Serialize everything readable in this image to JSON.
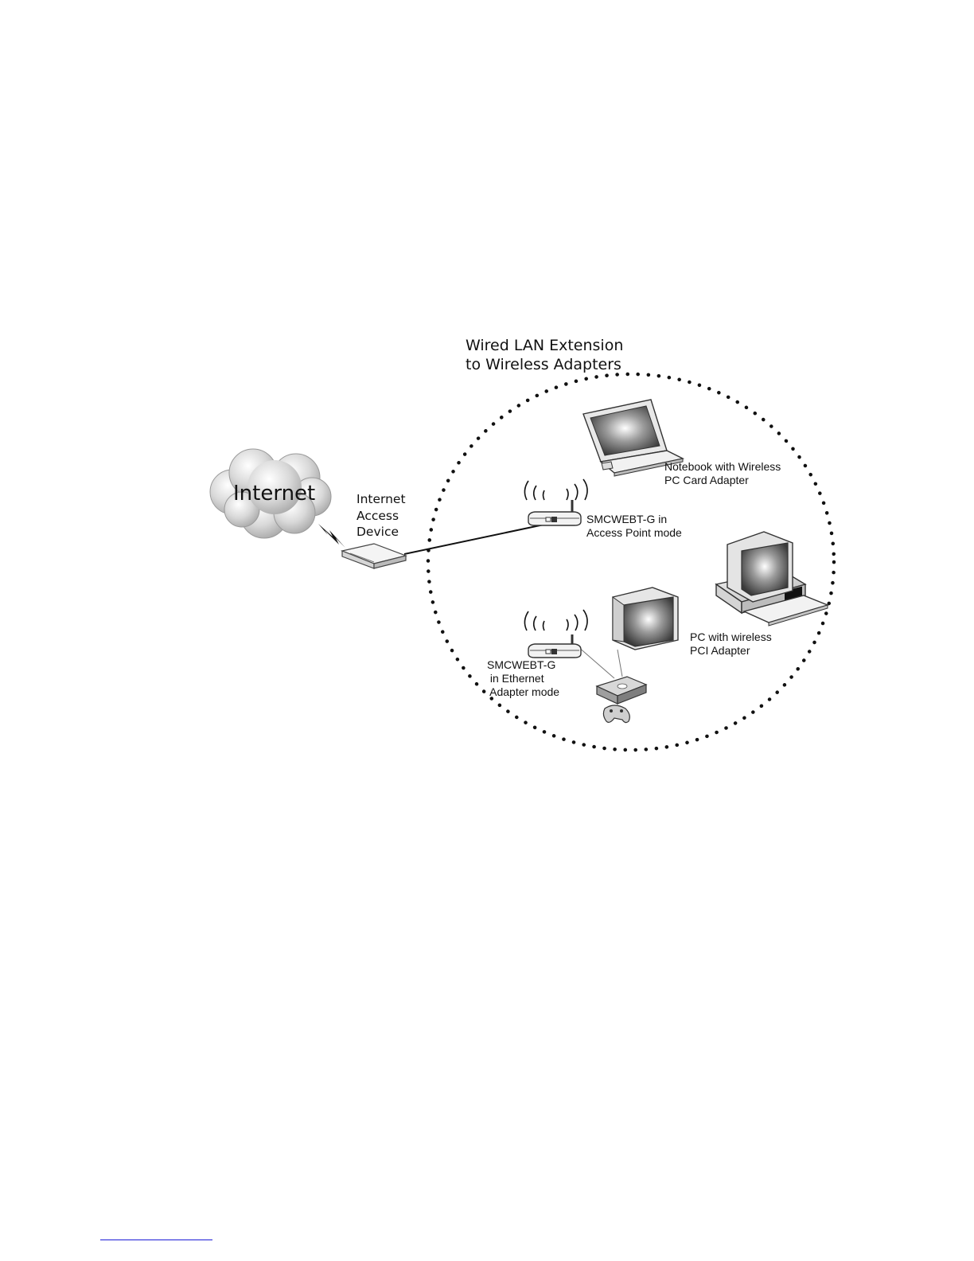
{
  "diagram": {
    "title_line1": "Wired LAN Extension",
    "title_line2": "to Wireless Adapters",
    "internet_label": "Internet",
    "access_device_label": [
      "Internet",
      "Access",
      "Device"
    ],
    "notebook_label": [
      "Notebook with Wireless",
      "PC Card Adapter"
    ],
    "ap_label": [
      "SMCWEBT-G in",
      "Access Point mode"
    ],
    "pc_label": [
      "PC with wireless",
      "PCI Adapter"
    ],
    "eth_label": [
      "SMCWEBT-G",
      " in Ethernet",
      " Adapter mode"
    ]
  },
  "colors": {
    "footer_rule": "#1a1ad6",
    "dotted_circle": "#111111"
  }
}
